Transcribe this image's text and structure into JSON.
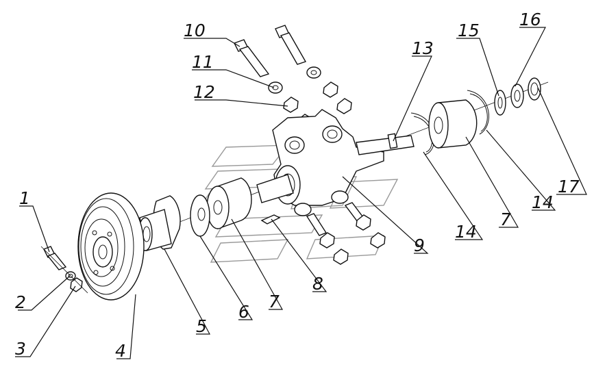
{
  "callouts": [
    {
      "id": "c1",
      "label": "1"
    },
    {
      "id": "c2",
      "label": "2"
    },
    {
      "id": "c3",
      "label": "3"
    },
    {
      "id": "c4",
      "label": "4"
    },
    {
      "id": "c5",
      "label": "5"
    },
    {
      "id": "c6",
      "label": "6"
    },
    {
      "id": "c7a",
      "label": "7"
    },
    {
      "id": "c8",
      "label": "8"
    },
    {
      "id": "c9",
      "label": "9"
    },
    {
      "id": "c10",
      "label": "10"
    },
    {
      "id": "c11",
      "label": "11"
    },
    {
      "id": "c12",
      "label": "12"
    },
    {
      "id": "c13",
      "label": "13"
    },
    {
      "id": "c14a",
      "label": "14"
    },
    {
      "id": "c7b",
      "label": "7"
    },
    {
      "id": "c14b",
      "label": "14"
    },
    {
      "id": "c15",
      "label": "15"
    },
    {
      "id": "c16",
      "label": "16"
    },
    {
      "id": "c17",
      "label": "17"
    }
  ]
}
